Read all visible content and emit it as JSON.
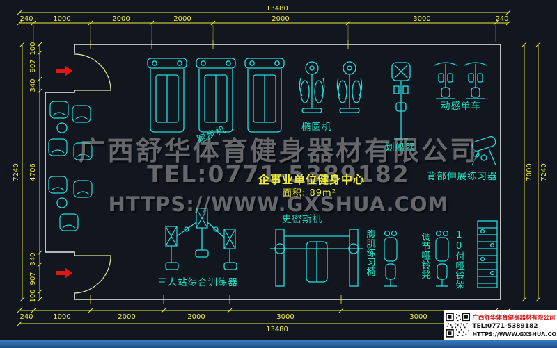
{
  "colors": {
    "background": "#11161f",
    "equipment": "#25dcdc",
    "dimension": "#f0ee3a",
    "wall": "#e9e9e9",
    "label": "#21e2c4",
    "watermark": "#9d9d9d",
    "arrow_red": "#e21515",
    "panel_red": "#d01111"
  },
  "dimensions": {
    "top_total": "13480",
    "top_segments": [
      "240",
      "1000",
      "2000",
      "2000",
      "2000",
      "3000",
      "240"
    ],
    "bottom_segments": [
      "240",
      "1000",
      "2000",
      "2000",
      "3000",
      "3000",
      "240"
    ],
    "bottom_total": "13480",
    "left_segments": [
      "100",
      "907",
      "340",
      "4706",
      "340",
      "907",
      "100"
    ],
    "left_total": "7240",
    "right_inner": "7000",
    "right_total": "7240"
  },
  "labels": {
    "treadmill": "跑步机",
    "elliptical": "椭圆机",
    "rower": "划船器",
    "spin_bike": "动感单车",
    "back_extension": "背部伸展练习器",
    "smith_machine": "史密斯机",
    "multi_station": "三人站综合训练器",
    "ab_chair": "腹肌练习椅",
    "dumbbell_bench": "调节哑铃凳",
    "dumbbell_rack": "10付哑铃架"
  },
  "title": {
    "line1": "企事业单位健身中心",
    "line2": "面积: 89m²"
  },
  "watermark": {
    "line1": "广西舒华体育健身器材有限公司",
    "line2": "TEL:0771-5389182",
    "line3": "HTTPS://WWW.GXSHUA.COM"
  },
  "info_panel": {
    "company": "广西舒华体育健身器材有限公司",
    "tel": "TEL:0771-5389182",
    "site": "HTTPS://WWW.GXSHUA.COM"
  }
}
